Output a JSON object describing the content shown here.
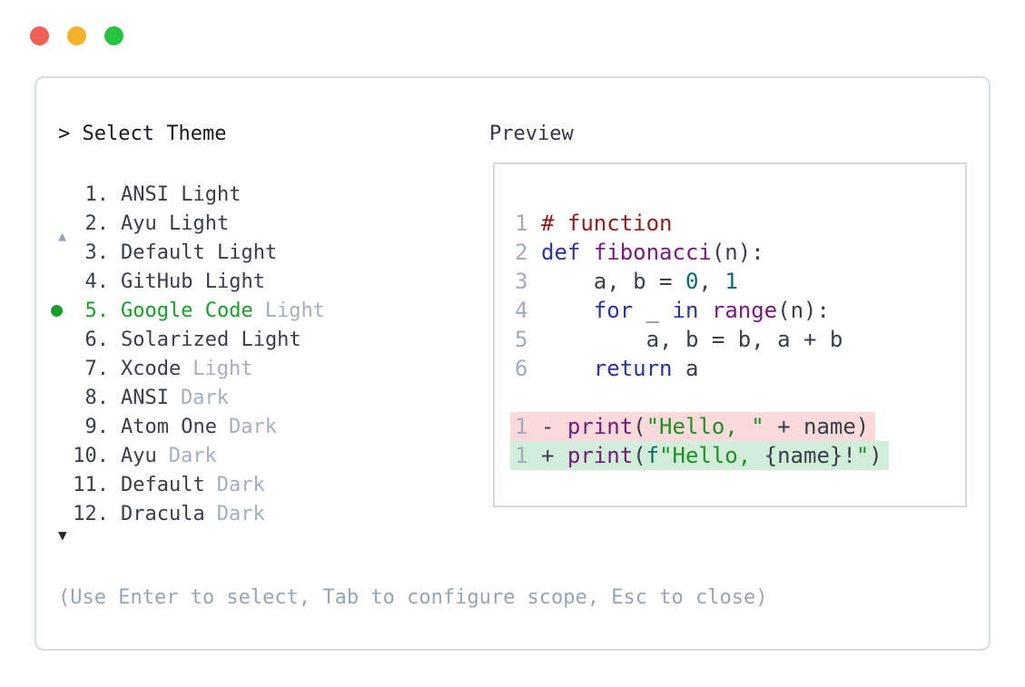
{
  "titlebar": {
    "buttons": [
      {
        "name": "close",
        "color": "#f25f58"
      },
      {
        "name": "minimize",
        "color": "#f3b32a"
      },
      {
        "name": "zoom",
        "color": "#28c33e"
      }
    ]
  },
  "dialog": {
    "prompt_char": ">",
    "title": "Select Theme",
    "preview_label": "Preview",
    "scroll_up_icon": "▲",
    "scroll_down_icon": "▼",
    "help_text": "(Use Enter to select, Tab to configure scope, Esc to close)",
    "themes": [
      {
        "number": "1.",
        "name": "ANSI Light",
        "variant": "",
        "selected": false
      },
      {
        "number": "2.",
        "name": "Ayu Light",
        "variant": "",
        "selected": false
      },
      {
        "number": "3.",
        "name": "Default Light",
        "variant": "",
        "selected": false
      },
      {
        "number": "4.",
        "name": "GitHub Light",
        "variant": "",
        "selected": false
      },
      {
        "number": "5.",
        "name": "Google Code",
        "variant": "Light",
        "selected": true
      },
      {
        "number": "6.",
        "name": "Solarized Light",
        "variant": "",
        "selected": false
      },
      {
        "number": "7.",
        "name": "Xcode",
        "variant": "Light",
        "selected": false
      },
      {
        "number": "8.",
        "name": "ANSI",
        "variant": "Dark",
        "selected": false
      },
      {
        "number": "9.",
        "name": "Atom One",
        "variant": "Dark",
        "selected": false
      },
      {
        "number": "10.",
        "name": "Ayu",
        "variant": "Dark",
        "selected": false
      },
      {
        "number": "11.",
        "name": "Default",
        "variant": "Dark",
        "selected": false
      },
      {
        "number": "12.",
        "name": "Dracula",
        "variant": "Dark",
        "selected": false
      }
    ]
  },
  "preview": {
    "lines": [
      {
        "number": "1",
        "tokens": [
          {
            "type": "comment",
            "text": "# function"
          }
        ]
      },
      {
        "number": "2",
        "tokens": [
          {
            "type": "kw",
            "text": "def"
          },
          {
            "type": "plain",
            "text": " "
          },
          {
            "type": "fn",
            "text": "fibonacci"
          },
          {
            "type": "plain",
            "text": "(n):"
          }
        ]
      },
      {
        "number": "3",
        "tokens": [
          {
            "type": "plain",
            "text": "    a, b = "
          },
          {
            "type": "num",
            "text": "0"
          },
          {
            "type": "plain",
            "text": ", "
          },
          {
            "type": "num",
            "text": "1"
          }
        ]
      },
      {
        "number": "4",
        "tokens": [
          {
            "type": "plain",
            "text": "    "
          },
          {
            "type": "kw",
            "text": "for"
          },
          {
            "type": "plain",
            "text": " _ "
          },
          {
            "type": "kw",
            "text": "in"
          },
          {
            "type": "plain",
            "text": " "
          },
          {
            "type": "fn",
            "text": "range"
          },
          {
            "type": "plain",
            "text": "(n):"
          }
        ]
      },
      {
        "number": "5",
        "tokens": [
          {
            "type": "plain",
            "text": "        a, b = b, a + b"
          }
        ]
      },
      {
        "number": "6",
        "tokens": [
          {
            "type": "plain",
            "text": "    "
          },
          {
            "type": "kw",
            "text": "return"
          },
          {
            "type": "plain",
            "text": " a"
          }
        ]
      }
    ],
    "diff_lines": [
      {
        "number": "1",
        "kind": "removed",
        "tokens": [
          {
            "type": "plain",
            "text": "- "
          },
          {
            "type": "fn",
            "text": "print"
          },
          {
            "type": "plain",
            "text": "("
          },
          {
            "type": "str",
            "text": "\"Hello, \""
          },
          {
            "type": "plain",
            "text": " + name)"
          }
        ]
      },
      {
        "number": "1",
        "kind": "added",
        "tokens": [
          {
            "type": "plain",
            "text": "+ "
          },
          {
            "type": "fn",
            "text": "print"
          },
          {
            "type": "plain",
            "text": "("
          },
          {
            "type": "lit",
            "text": "f"
          },
          {
            "type": "str",
            "text": "\"Hello, "
          },
          {
            "type": "plain",
            "text": "{name}!"
          },
          {
            "type": "str",
            "text": "\""
          },
          {
            "type": "plain",
            "text": ")"
          }
        ]
      }
    ]
  },
  "colors": {
    "selected_green": "#16a02a",
    "dim_text": "#a6aec0",
    "help_text": "#9aa4b4",
    "panel_border": "#d8dce3",
    "diff_removed_bg": "#fadada",
    "diff_added_bg": "#d2eedb",
    "syntax_comment": "#8f1d1d",
    "syntax_keyword": "#2c359c",
    "syntax_function": "#771a7c",
    "syntax_number": "#0b6b6b",
    "syntax_string": "#1e9125"
  }
}
